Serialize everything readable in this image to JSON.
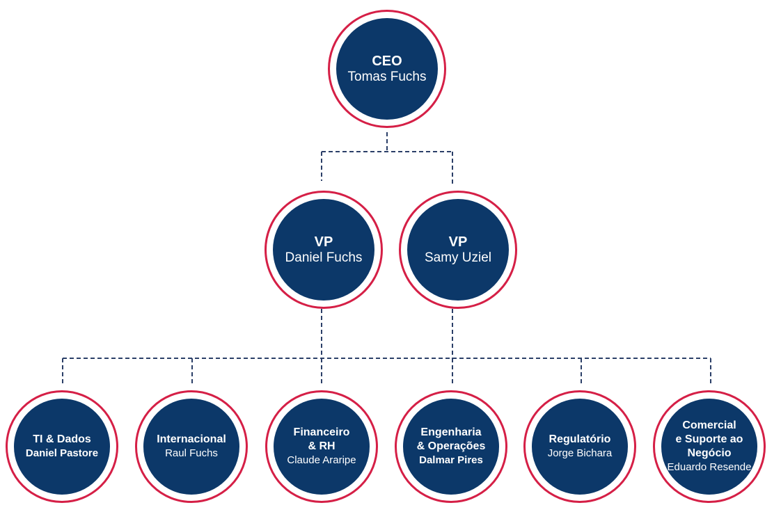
{
  "colors": {
    "node_fill": "#0c3869",
    "ring": "#d51f46",
    "connector": "#2b3f68"
  },
  "ceo": {
    "role": "CEO",
    "name": "Tomas Fuchs"
  },
  "vps": [
    {
      "role": "VP",
      "name": "Daniel Fuchs"
    },
    {
      "role": "VP",
      "name": "Samy Uziel"
    }
  ],
  "departments": [
    {
      "role_lines": [
        "TI & Dados"
      ],
      "name": "Daniel Pastore"
    },
    {
      "role_lines": [
        "Internacional"
      ],
      "name": "Raul Fuchs"
    },
    {
      "role_lines": [
        "Financeiro",
        "& RH"
      ],
      "name": "Claude Araripe"
    },
    {
      "role_lines": [
        "Engenharia",
        "& Operações"
      ],
      "name": "Dalmar Pires"
    },
    {
      "role_lines": [
        "Regulatório"
      ],
      "name": "Jorge Bichara"
    },
    {
      "role_lines": [
        "Comercial",
        "e Suporte ao",
        "Negócio"
      ],
      "name": "Eduardo Resende"
    }
  ]
}
